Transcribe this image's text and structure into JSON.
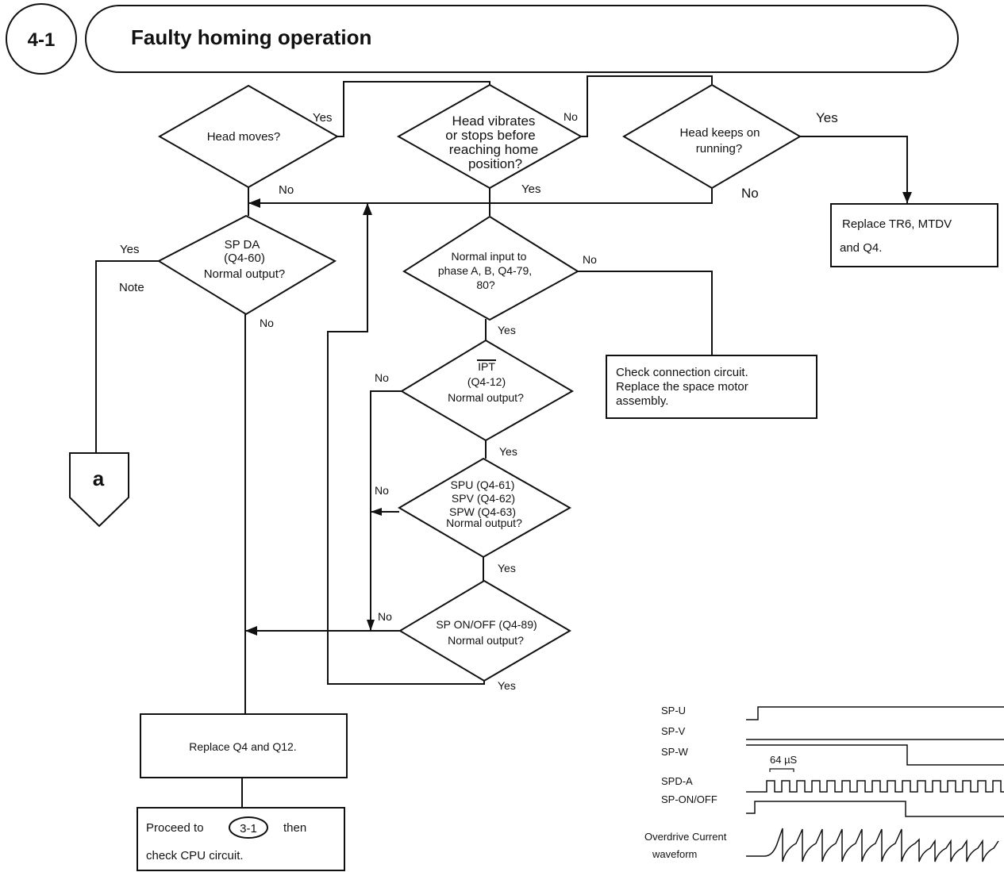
{
  "header": {
    "section_number": "4-1",
    "title": "Faulty homing operation"
  },
  "decisions": {
    "head_moves": {
      "lines": [
        "Head moves?"
      ]
    },
    "head_vibrates": {
      "lines": [
        "Head vibrates",
        "or  stops before",
        "reaching home",
        "position?"
      ]
    },
    "head_keeps": {
      "lines": [
        "Head keeps  on",
        "running?"
      ]
    },
    "sp_da": {
      "lines": [
        "SP  DA",
        "(Q4-60)",
        "Normal output?"
      ]
    },
    "normal_input": {
      "lines": [
        "Normal input to",
        "phase A, B, Q4-79,",
        "80?"
      ]
    },
    "ipt": {
      "overline": "IPT",
      "lines": [
        "(Q4-12)",
        "Normal output?"
      ]
    },
    "spu_spv_spw": {
      "lines": [
        "SPU (Q4-61)",
        "SPV (Q4-62)",
        "SPW (Q4-63)",
        "Normal output?"
      ]
    },
    "sp_onoff": {
      "lines": [
        "SP ON/OFF (Q4-89)",
        "Normal output?"
      ]
    }
  },
  "labels": {
    "yes": "Yes",
    "no": "No",
    "note": "Note"
  },
  "actions": {
    "replace_tr6": {
      "lines": [
        "Replace TR6, MTDV",
        "and Q4."
      ]
    },
    "check_connection": {
      "lines": [
        "Check connection circuit.",
        "Replace the space motor",
        "assembly."
      ]
    },
    "replace_q4_q12": {
      "text": "Replace Q4 and Q12."
    },
    "proceed": {
      "prefix": "Proceed to",
      "ref": "3-1",
      "suffix": "then",
      "line2": "check   CPU circuit."
    }
  },
  "connector": {
    "label": "a"
  },
  "waveform": {
    "signals": [
      "SP-U",
      "SP-V",
      "SP-W",
      "SPD-A",
      "SP-ON/OFF"
    ],
    "overdrive": [
      "Overdrive Current",
      "waveform"
    ],
    "period_label": "64 µS"
  }
}
